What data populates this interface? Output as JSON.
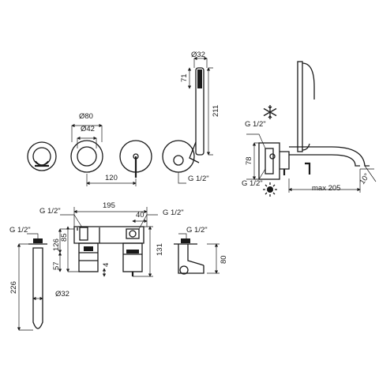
{
  "dimensions": {
    "d32_handshower": "Ø32",
    "h71": "71",
    "h211": "211",
    "d80": "Ø80",
    "d42": "Ø42",
    "w120": "120",
    "g12_front": "G 1/2\"",
    "g12_side_top": "G 1/2\"",
    "h78": "78",
    "g12_side_bottom": "G 1/2\"",
    "max205": "max 205",
    "angle10": "10°",
    "w195": "195",
    "w40": "40",
    "g12_top_left": "G 1/2\"",
    "g12_top_right": "G 1/2\"",
    "g12_left": "G 1/2\"",
    "h126": "126",
    "h85": "85",
    "h57": "57",
    "h4": "4",
    "h131": "131",
    "g12_right": "G 1/2\"",
    "h80": "80",
    "h226": "226",
    "d32_spout": "Ø32"
  },
  "symbols": {
    "cold": "snowflake-icon",
    "hot": "sun-icon"
  }
}
